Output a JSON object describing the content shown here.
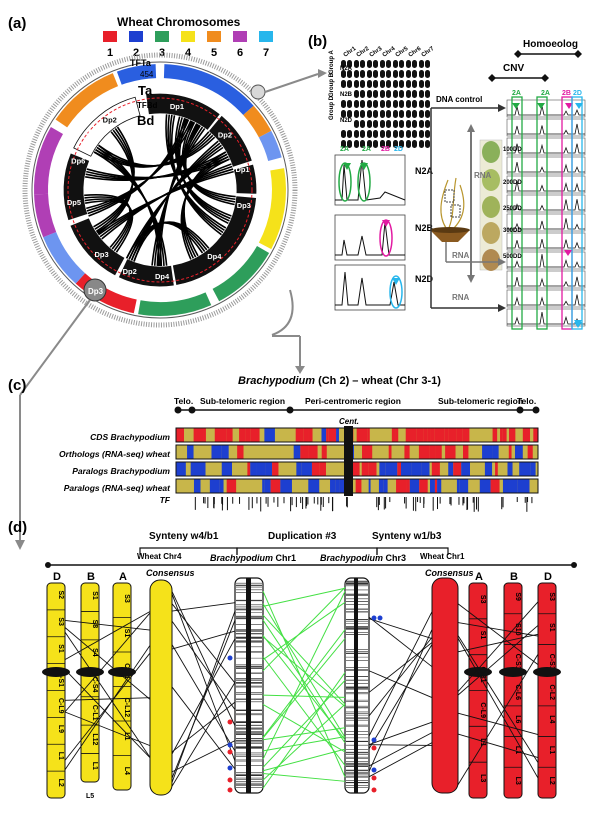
{
  "panels": {
    "a": "(a)",
    "b": "(b)",
    "c": "(c)",
    "d": "(d)"
  },
  "legend": {
    "title": "Wheat Chromosomes",
    "items": [
      {
        "label": "1",
        "color": "#e8202a"
      },
      {
        "label": "2",
        "color": "#1d3fd0"
      },
      {
        "label": "3",
        "color": "#2e9e5b"
      },
      {
        "label": "4",
        "color": "#f5e21a"
      },
      {
        "label": "5",
        "color": "#f08c1e"
      },
      {
        "label": "6",
        "color": "#b03fb5"
      },
      {
        "label": "7",
        "color": "#27b6ec"
      }
    ]
  },
  "circos": {
    "tf_ta": "TFTa",
    "count": "454",
    "ta": "Ta",
    "tf_bd": "TFBd",
    "bd": "Bd",
    "sectors": [
      "Dp1",
      "Dp2",
      "Dp1",
      "Dp3",
      "Dp4",
      "Dp4",
      "Dp2",
      "Dp3",
      "Dp5",
      "Dp6",
      "Dp3",
      "Dp2",
      "Dp6"
    ]
  },
  "panel_b": {
    "chr_headers": [
      "Chr1",
      "Chr2",
      "Chr3",
      "Chr4",
      "Chr5",
      "Chr6",
      "Chr7"
    ],
    "group_labels": [
      "Group D",
      "Group B",
      "Group A"
    ],
    "nulli": [
      "N2A",
      "N2B",
      "N2D"
    ],
    "peak_labels": [
      "2A",
      "2A",
      "2B",
      "2D"
    ],
    "homoeolog": "Homoeolog",
    "cnv": "CNV",
    "dna_control": "DNA control",
    "rna": "RNA",
    "rna_low": "RNA",
    "rna_bottom": "RNA",
    "stages": [
      "100DD",
      "200DD",
      "250DD",
      "300DD",
      "500DD"
    ]
  },
  "panel_c": {
    "title_species": "Brachypodium",
    "title_rest": " (Ch 2) – wheat (Chr 3-1)",
    "regions": [
      "Telo.",
      "Sub-telomeric region",
      "Peri-centromeric region",
      "Sub-telomeric region",
      "Telo."
    ],
    "centromere": "Cent.",
    "tracks": [
      "CDS Brachypodium",
      "Orthologs (RNA-seq) wheat",
      "Paralogs Brachypodium",
      "Paralogs (RNA-seq) wheat",
      "TF"
    ]
  },
  "panel_d": {
    "synteny_left": "Synteny w4/b1",
    "duplication": "Duplication #3",
    "synteny_right": "Synteny w1/b3",
    "wheat_chr4": "Wheat Chr4",
    "consensus_left": "Consensus",
    "brachy_chr1_species": "Brachypodium",
    "brachy_chr1_rest": " Chr1",
    "brachy_chr3_species": "Brachypodium",
    "brachy_chr3_rest": " Chr3",
    "wheat_chr1": "Wheat Chr1",
    "consensus_right": "Consensus",
    "left_headers": [
      "D",
      "B",
      "A"
    ],
    "right_headers": [
      "A",
      "B",
      "D"
    ],
    "left_D_segments": [
      "S2",
      "S3",
      "S1",
      "C-S1",
      "C-L9",
      "L9",
      "L1",
      "L2"
    ],
    "left_B_segments": [
      "S1",
      "S8",
      "S4",
      "C-S4",
      "C-L1",
      "L12",
      "L1"
    ],
    "left_A_segments": [
      "S3",
      "S1",
      "C-S1",
      "C-L12",
      "L1",
      "L4"
    ],
    "left_bottom": "L5",
    "right_A_segments": [
      "S3",
      "S1",
      "C-S1",
      "C-L9",
      "L1",
      "L3"
    ],
    "right_B_segments": [
      "S9",
      "S10",
      "C-S10",
      "C-L6",
      "L6",
      "L1",
      "L3"
    ],
    "right_D_segments": [
      "S3",
      "S1",
      "C-S1",
      "C-L2",
      "L4",
      "L1",
      "L2"
    ]
  }
}
